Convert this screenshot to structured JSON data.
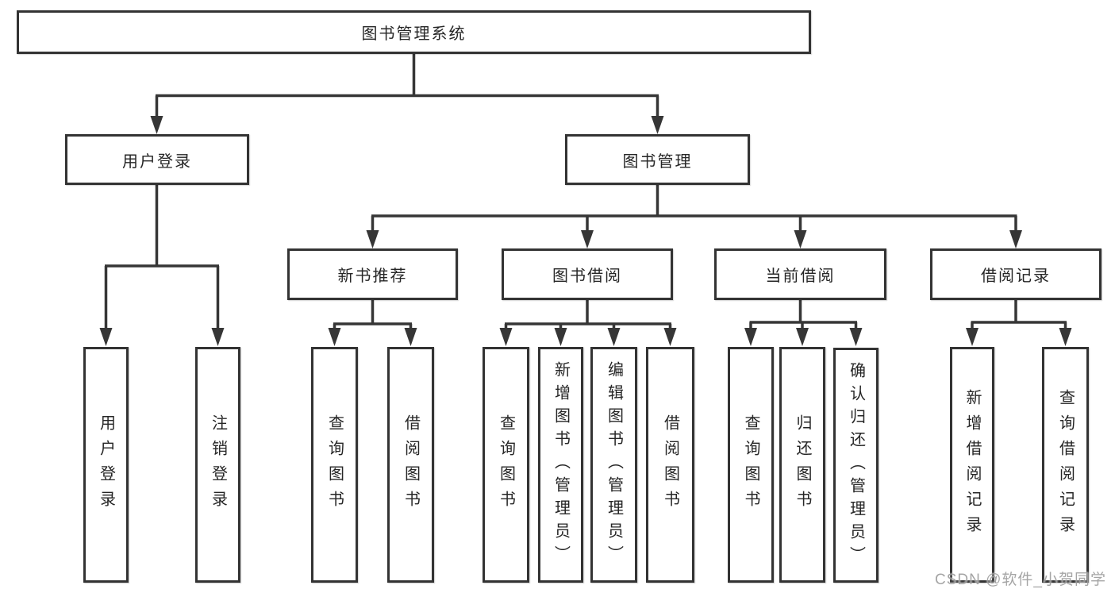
{
  "diagram": {
    "title": "图书管理系统",
    "root": "图书管理系统",
    "level2": [
      "用户登录",
      "图书管理"
    ],
    "level3": [
      "新书推荐",
      "图书借阅",
      "当前借阅",
      "借阅记录"
    ],
    "leaves": {
      "user_login": [
        "用户登录",
        "注销登录"
      ],
      "new_books": [
        "查询图书",
        "借阅图书"
      ],
      "book_borrow": [
        "查询图书",
        "新增图书（管理员）",
        "编辑图书（管理员）",
        "借阅图书"
      ],
      "current_borrow": [
        "查询图书",
        "归还图书",
        "确认归还（管理员）"
      ],
      "borrow_records": [
        "新增借阅记录",
        "查询借阅记录"
      ]
    }
  },
  "watermark": "CSDN @软件_小贺同学",
  "colors": {
    "line": "#363636",
    "border": "#333333",
    "text": "#262626",
    "background": "#ffffff",
    "watermark": "#9e9e9e"
  }
}
